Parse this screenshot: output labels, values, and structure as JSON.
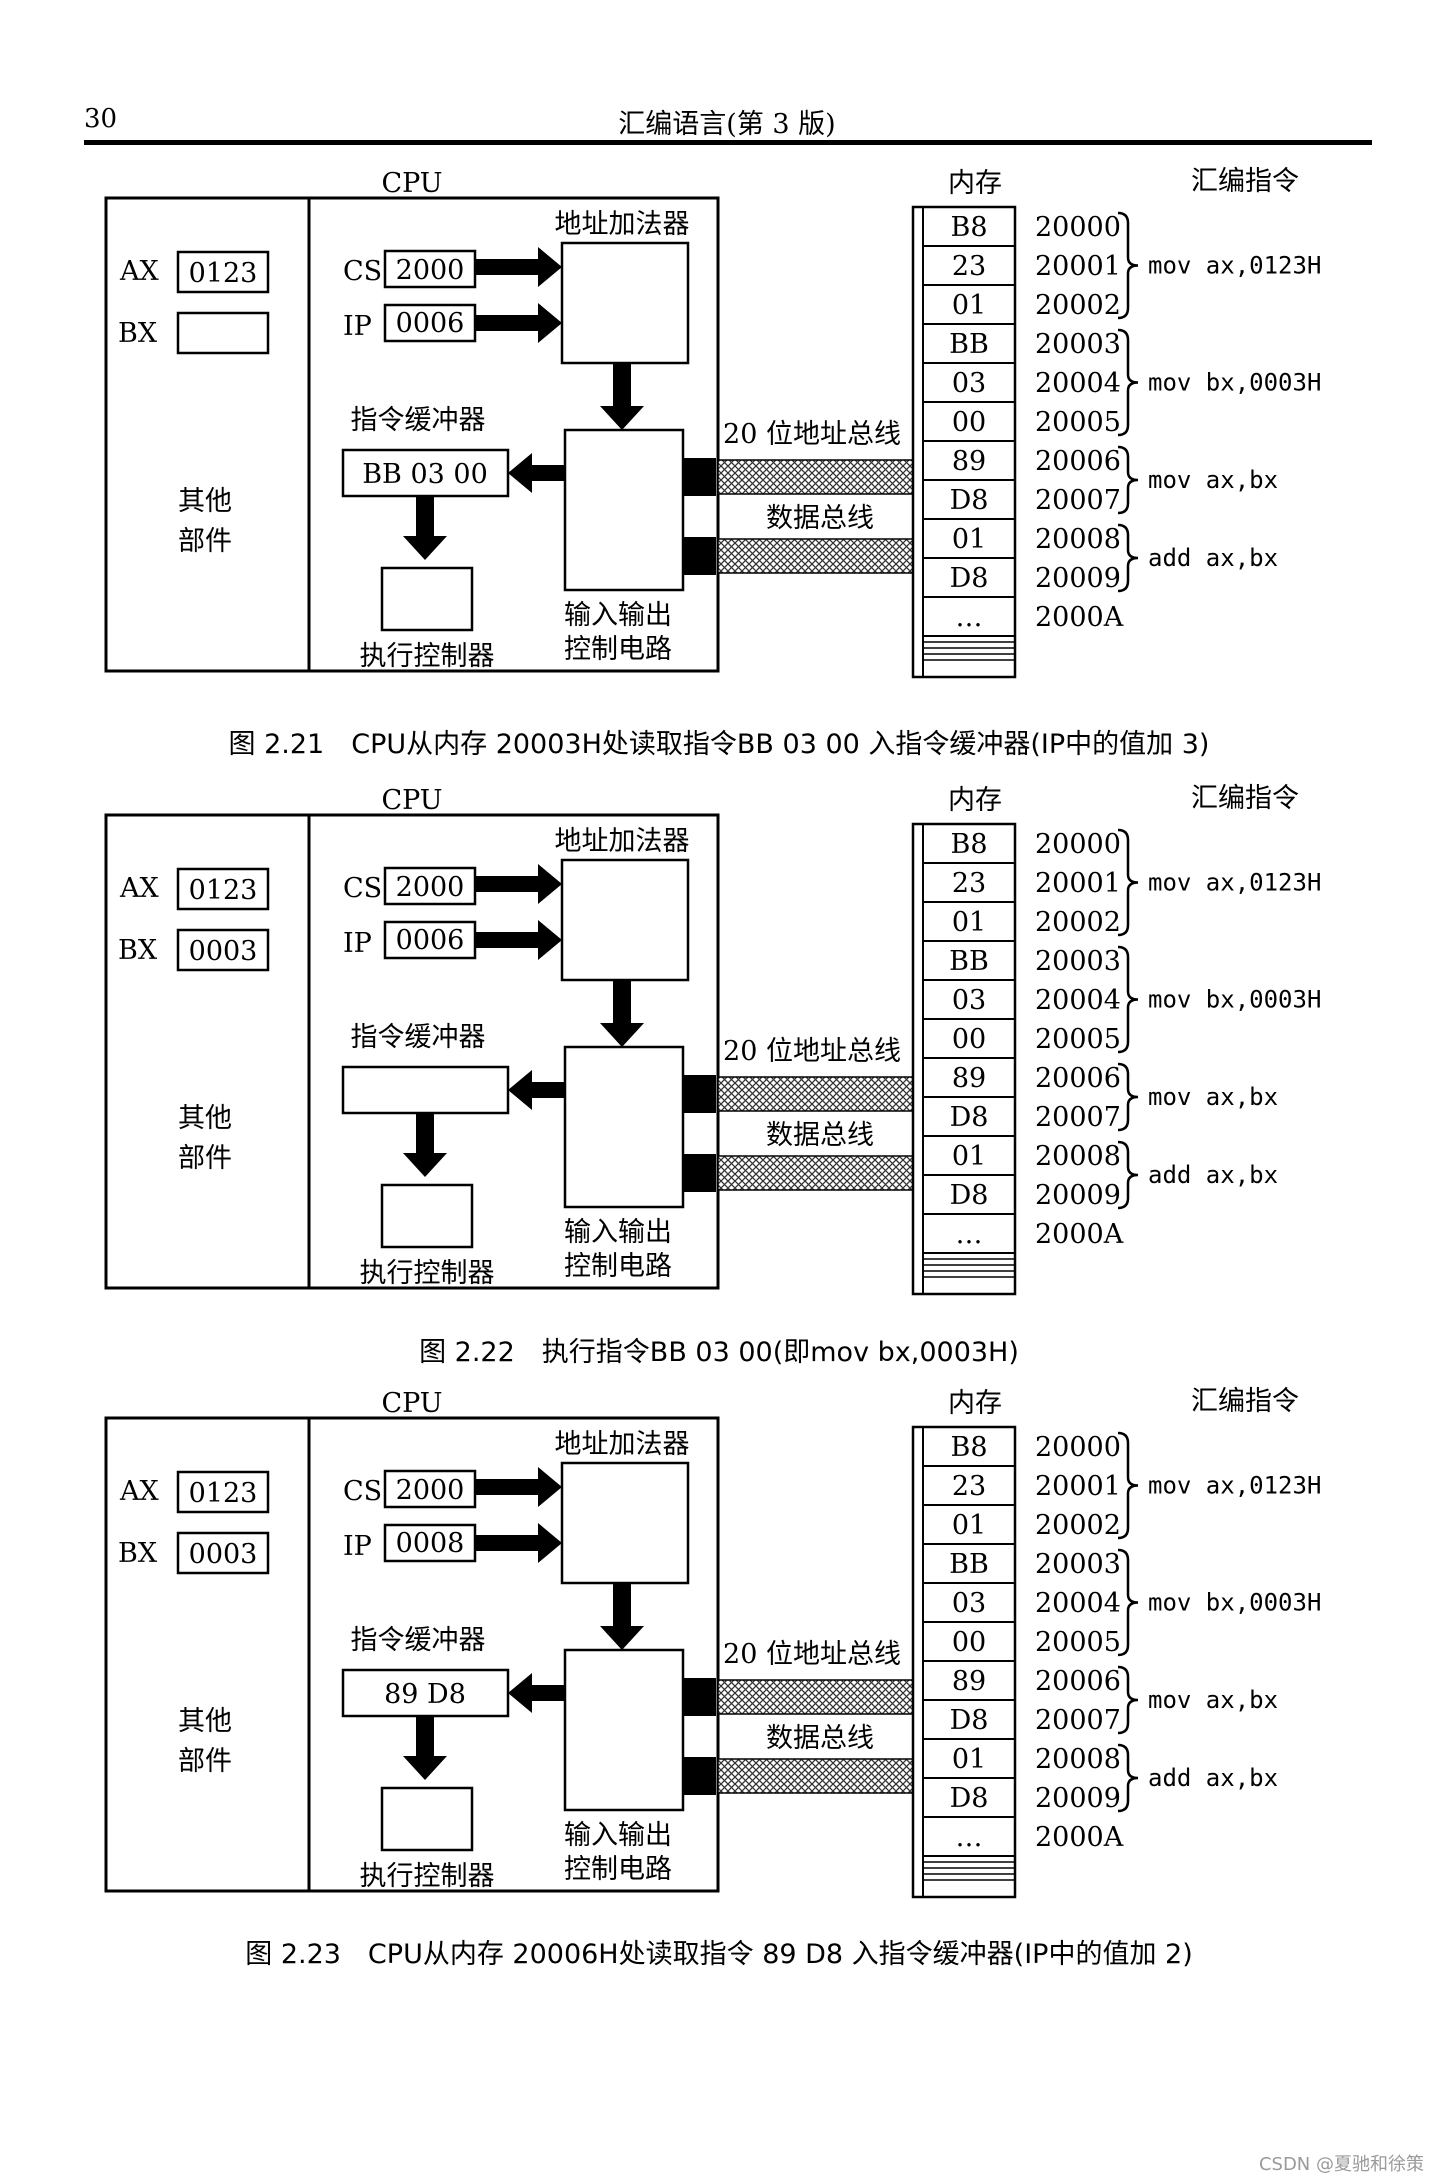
{
  "header": {
    "page_number": "30",
    "title": "汇编语言(第 3 版)"
  },
  "common": {
    "cpu": "CPU",
    "ax": "AX",
    "bx": "BX",
    "cs": "CS",
    "ip": "IP",
    "addr_adder": "地址加法器",
    "instr_buffer": "指令缓冲器",
    "other_parts_1": "其他",
    "other_parts_2": "部件",
    "exec_ctrl": "执行控制器",
    "io_1": "输入输出",
    "io_2": "控制电路",
    "addr_bus": "20 位地址总线",
    "data_bus": "数据总线",
    "memory": "内存",
    "asm": "汇编指令",
    "mem_bytes": [
      "B8",
      "23",
      "01",
      "BB",
      "03",
      "00",
      "89",
      "D8",
      "01",
      "D8",
      "…"
    ],
    "mem_addrs": [
      "20000",
      "20001",
      "20002",
      "20003",
      "20004",
      "20005",
      "20006",
      "20007",
      "20008",
      "20009",
      "2000A"
    ],
    "instructions": [
      "mov ax,0123H",
      "mov bx,0003H",
      "mov ax,bx",
      "add ax,bx"
    ]
  },
  "figures": [
    {
      "ax": "0123",
      "bx": "",
      "cs": "2000",
      "ip": "0006",
      "buffer": "BB 03 00",
      "caption": "图 2.21　CPU从内存 20003H处读取指令BB 03 00 入指令缓冲器(IP中的值加 3)"
    },
    {
      "ax": "0123",
      "bx": "0003",
      "cs": "2000",
      "ip": "0006",
      "buffer": "",
      "caption": "图 2.22　执行指令BB 03 00(即mov bx,0003H)"
    },
    {
      "ax": "0123",
      "bx": "0003",
      "cs": "2000",
      "ip": "0008",
      "buffer": "89 D8",
      "caption": "图 2.23　CPU从内存 20006H处读取指令 89 D8 入指令缓冲器(IP中的值加 2)"
    }
  ],
  "watermark": "CSDN @夏驰和徐策"
}
